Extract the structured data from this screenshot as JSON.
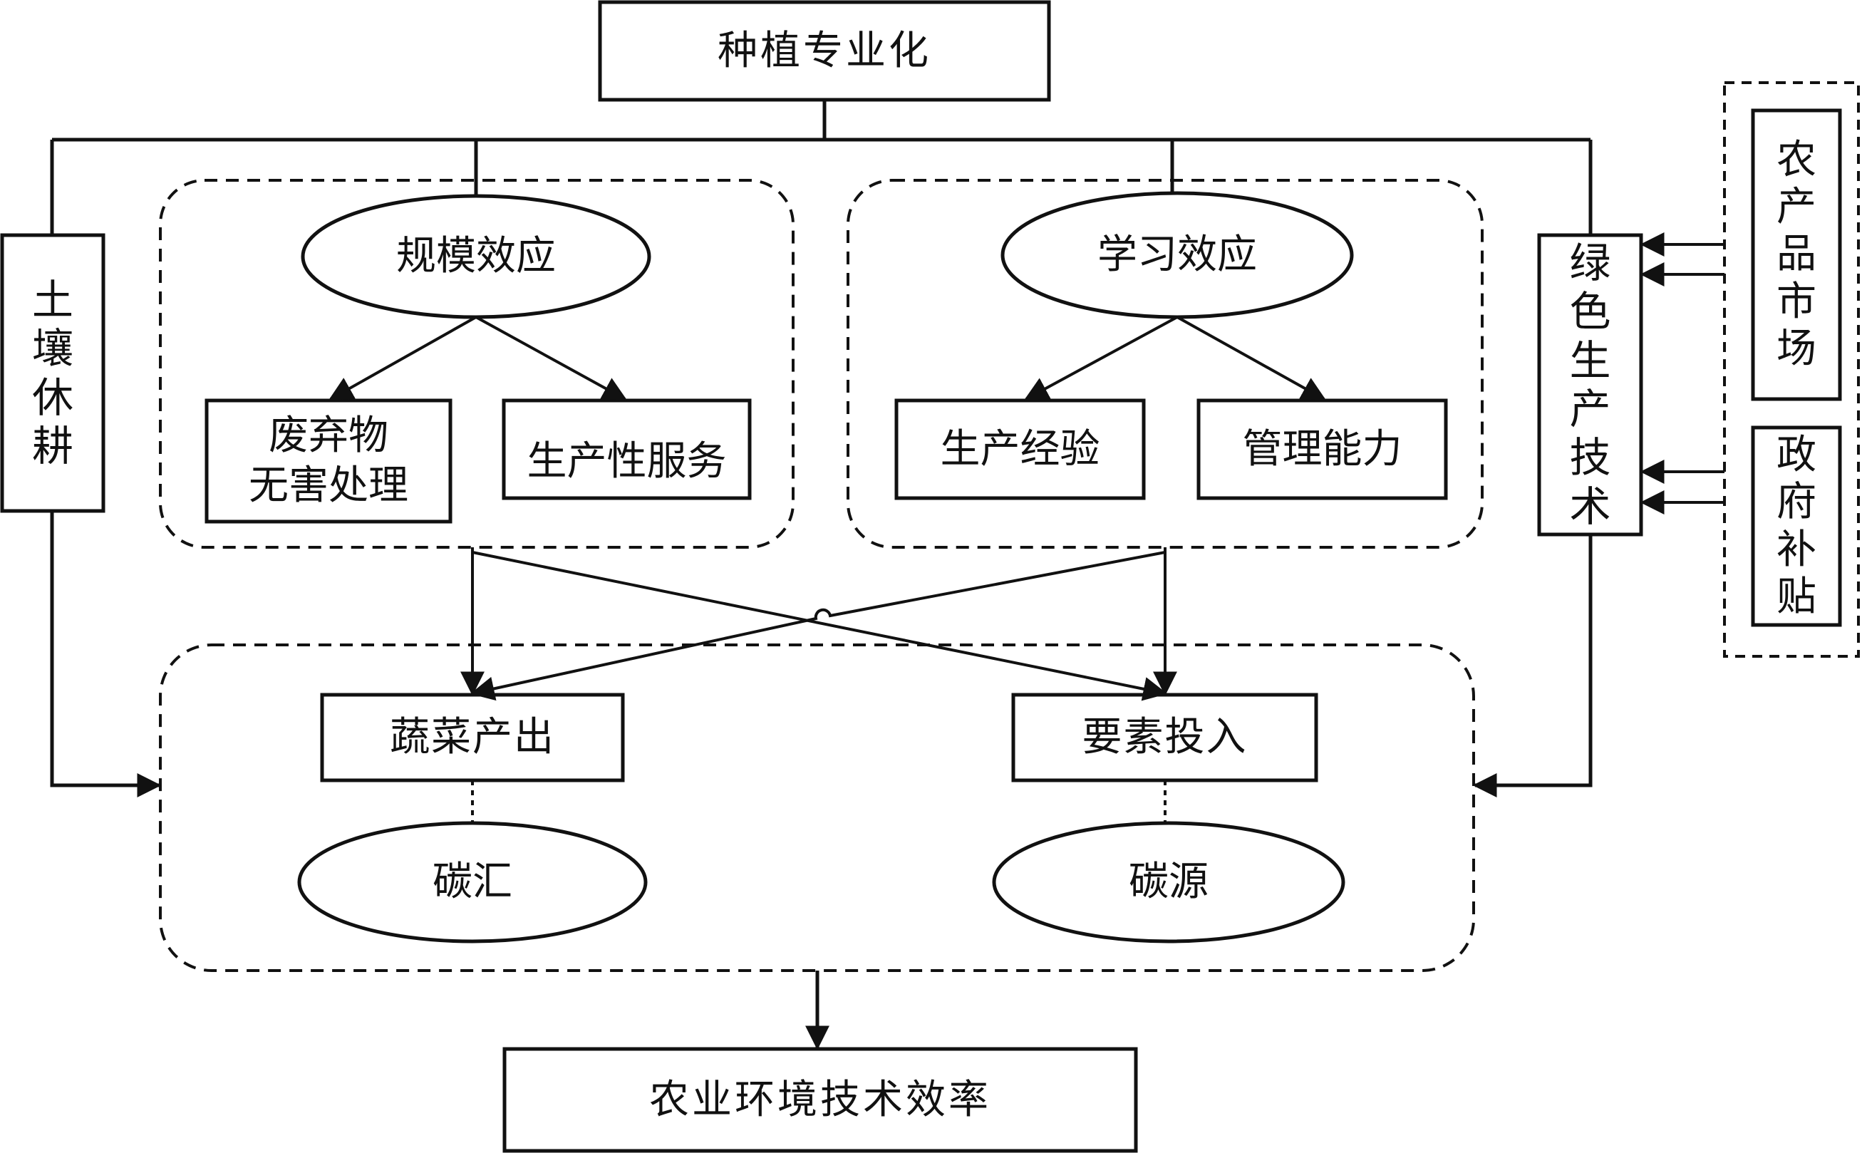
{
  "top": {
    "title": "种植专业化"
  },
  "left_factor": {
    "label": "土壤休耕"
  },
  "right_factor": {
    "label": "绿色生产技术"
  },
  "external": {
    "market": "农产品市场",
    "subsidy": "政府补贴"
  },
  "scale_effect": {
    "title": "规模效应",
    "items": [
      "废弃物\n无害处理",
      "生产性服务"
    ]
  },
  "learning_effect": {
    "title": "学习效应",
    "items": [
      "生产经验",
      "管理能力"
    ]
  },
  "outputs": {
    "veg_output": "蔬菜产出",
    "factor_input": "要素投入",
    "carbon_sink": "碳汇",
    "carbon_source": "碳源"
  },
  "bottom": {
    "title": "农业环境技术效率"
  },
  "colors": {
    "stroke": "#111111",
    "background": "#ffffff"
  }
}
